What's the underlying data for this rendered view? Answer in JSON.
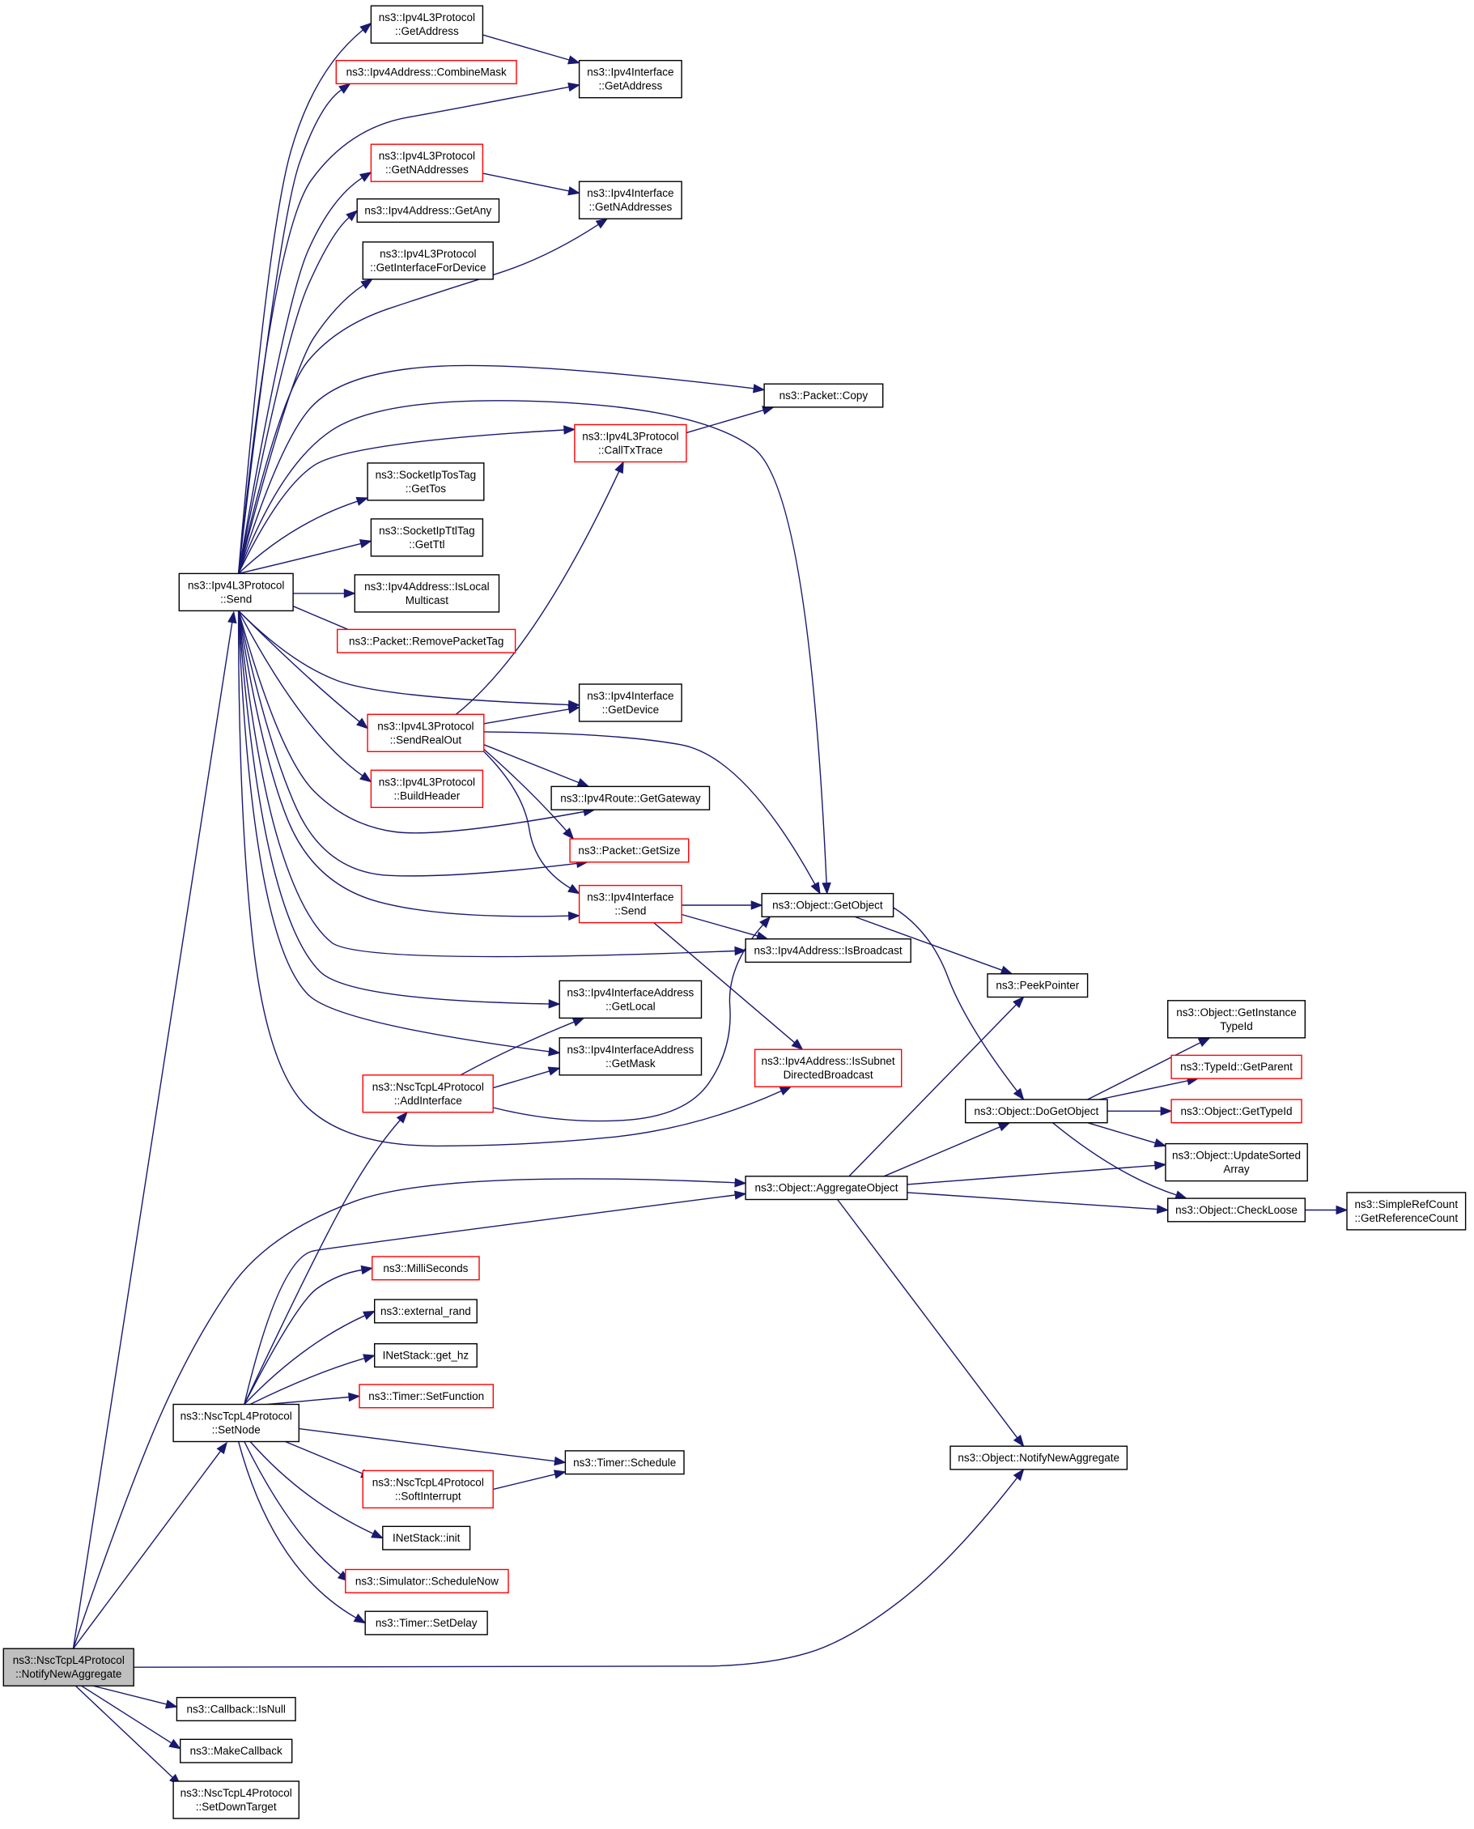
{
  "colors": {
    "edge": "#191970",
    "border": "#000000",
    "border_red": "#ff0000",
    "root_fill": "#bfbfbf"
  },
  "nodes": [
    {
      "id": "notify",
      "lines": [
        "ns3::NscTcpL4Protocol",
        "::NotifyNewAggregate"
      ],
      "border": "gray"
    },
    {
      "id": "ipv4l3_send",
      "lines": [
        "ns3::Ipv4L3Protocol",
        "::Send"
      ],
      "border": "black"
    },
    {
      "id": "ipv4l3_getaddress",
      "lines": [
        "ns3::Ipv4L3Protocol",
        "::GetAddress"
      ],
      "border": "black"
    },
    {
      "id": "combinemask",
      "lines": [
        "ns3::Ipv4Address::CombineMask"
      ],
      "border": "red"
    },
    {
      "id": "ipv4iface_getaddress",
      "lines": [
        "ns3::Ipv4Interface",
        "::GetAddress"
      ],
      "border": "black"
    },
    {
      "id": "ipv4l3_getnaddresses",
      "lines": [
        "ns3::Ipv4L3Protocol",
        "::GetNAddresses"
      ],
      "border": "red"
    },
    {
      "id": "ipv4iface_getnaddresses",
      "lines": [
        "ns3::Ipv4Interface",
        "::GetNAddresses"
      ],
      "border": "black"
    },
    {
      "id": "getany",
      "lines": [
        "ns3::Ipv4Address::GetAny"
      ],
      "border": "black"
    },
    {
      "id": "getifacefordevice",
      "lines": [
        "ns3::Ipv4L3Protocol",
        "::GetInterfaceForDevice"
      ],
      "border": "black"
    },
    {
      "id": "packet_copy",
      "lines": [
        "ns3::Packet::Copy"
      ],
      "border": "black"
    },
    {
      "id": "calltxtrace",
      "lines": [
        "ns3::Ipv4L3Protocol",
        "::CallTxTrace"
      ],
      "border": "red"
    },
    {
      "id": "gettos",
      "lines": [
        "ns3::SocketIpTosTag",
        "::GetTos"
      ],
      "border": "black"
    },
    {
      "id": "getttl",
      "lines": [
        "ns3::SocketIpTtlTag",
        "::GetTtl"
      ],
      "border": "black"
    },
    {
      "id": "islocalmulticast",
      "lines": [
        "ns3::Ipv4Address::IsLocal",
        "Multicast"
      ],
      "border": "black"
    },
    {
      "id": "removepackettag",
      "lines": [
        "ns3::Packet::RemovePacketTag"
      ],
      "border": "red"
    },
    {
      "id": "ipv4iface_getdevice",
      "lines": [
        "ns3::Ipv4Interface",
        "::GetDevice"
      ],
      "border": "black"
    },
    {
      "id": "sendrealout",
      "lines": [
        "ns3::Ipv4L3Protocol",
        "::SendRealOut"
      ],
      "border": "red"
    },
    {
      "id": "buildheader",
      "lines": [
        "ns3::Ipv4L3Protocol",
        "::BuildHeader"
      ],
      "border": "red"
    },
    {
      "id": "getgateway",
      "lines": [
        "ns3::Ipv4Route::GetGateway"
      ],
      "border": "black"
    },
    {
      "id": "packet_getsize",
      "lines": [
        "ns3::Packet::GetSize"
      ],
      "border": "red"
    },
    {
      "id": "ipv4iface_send",
      "lines": [
        "ns3::Ipv4Interface",
        "::Send"
      ],
      "border": "red"
    },
    {
      "id": "getobject",
      "lines": [
        "ns3::Object::GetObject"
      ],
      "border": "black"
    },
    {
      "id": "isbroadcast",
      "lines": [
        "ns3::Ipv4Address::IsBroadcast"
      ],
      "border": "black"
    },
    {
      "id": "peekpointer",
      "lines": [
        "ns3::PeekPointer"
      ],
      "border": "black"
    },
    {
      "id": "getlocal",
      "lines": [
        "ns3::Ipv4InterfaceAddress",
        "::GetLocal"
      ],
      "border": "black"
    },
    {
      "id": "getmask",
      "lines": [
        "ns3::Ipv4InterfaceAddress",
        "::GetMask"
      ],
      "border": "black"
    },
    {
      "id": "addinterface",
      "lines": [
        "ns3::NscTcpL4Protocol",
        "::AddInterface"
      ],
      "border": "red"
    },
    {
      "id": "issubnetdb",
      "lines": [
        "ns3::Ipv4Address::IsSubnet",
        "DirectedBroadcast"
      ],
      "border": "red"
    },
    {
      "id": "getinstancetypeid",
      "lines": [
        "ns3::Object::GetInstance",
        "TypeId"
      ],
      "border": "black"
    },
    {
      "id": "typeid_getparent",
      "lines": [
        "ns3::TypeId::GetParent"
      ],
      "border": "red"
    },
    {
      "id": "dogetobject",
      "lines": [
        "ns3::Object::DoGetObject"
      ],
      "border": "black"
    },
    {
      "id": "gettypeid",
      "lines": [
        "ns3::Object::GetTypeId"
      ],
      "border": "red"
    },
    {
      "id": "updatesortedarray",
      "lines": [
        "ns3::Object::UpdateSorted",
        "Array"
      ],
      "border": "black"
    },
    {
      "id": "aggregateobject",
      "lines": [
        "ns3::Object::AggregateObject"
      ],
      "border": "black"
    },
    {
      "id": "checkloose",
      "lines": [
        "ns3::Object::CheckLoose"
      ],
      "border": "black"
    },
    {
      "id": "getreferencecount",
      "lines": [
        "ns3::SimpleRefCount",
        "::GetReferenceCount"
      ],
      "border": "black"
    },
    {
      "id": "milliseconds",
      "lines": [
        "ns3::MilliSeconds"
      ],
      "border": "red"
    },
    {
      "id": "external_rand",
      "lines": [
        "ns3::external_rand"
      ],
      "border": "black"
    },
    {
      "id": "get_hz",
      "lines": [
        "INetStack::get_hz"
      ],
      "border": "black"
    },
    {
      "id": "setfunction",
      "lines": [
        "ns3::Timer::SetFunction"
      ],
      "border": "red"
    },
    {
      "id": "setnode",
      "lines": [
        "ns3::NscTcpL4Protocol",
        "::SetNode"
      ],
      "border": "black"
    },
    {
      "id": "timer_schedule",
      "lines": [
        "ns3::Timer::Schedule"
      ],
      "border": "black"
    },
    {
      "id": "object_notify",
      "lines": [
        "ns3::Object::NotifyNewAggregate"
      ],
      "border": "black"
    },
    {
      "id": "softinterrupt",
      "lines": [
        "ns3::NscTcpL4Protocol",
        "::SoftInterrupt"
      ],
      "border": "red"
    },
    {
      "id": "inetstack_init",
      "lines": [
        "INetStack::init"
      ],
      "border": "black"
    },
    {
      "id": "schedulenow",
      "lines": [
        "ns3::Simulator::ScheduleNow"
      ],
      "border": "red"
    },
    {
      "id": "setdelay",
      "lines": [
        "ns3::Timer::SetDelay"
      ],
      "border": "black"
    },
    {
      "id": "isnull",
      "lines": [
        "ns3::Callback::IsNull"
      ],
      "border": "black"
    },
    {
      "id": "makecallback",
      "lines": [
        "ns3::MakeCallback"
      ],
      "border": "black"
    },
    {
      "id": "setdowntarget",
      "lines": [
        "ns3::NscTcpL4Protocol",
        "::SetDownTarget"
      ],
      "border": "black"
    }
  ]
}
